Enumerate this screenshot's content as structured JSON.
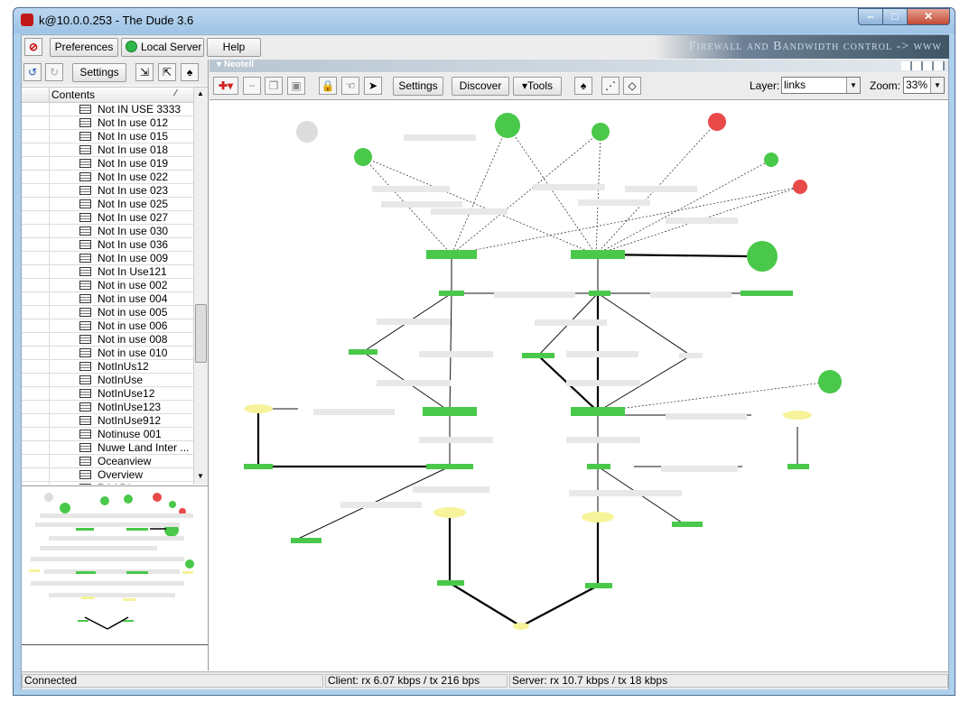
{
  "window": {
    "title": "k@10.0.0.253 - The Dude 3.6",
    "min": "‒",
    "max": "□",
    "close": "✕"
  },
  "menubar": {
    "preferences": "Preferences",
    "local_server": "Local Server",
    "help": "Help",
    "banner": "Firewall and Bandwidth control -> www"
  },
  "left_toolbar": {
    "settings": "Settings"
  },
  "tree": {
    "column": "Contents",
    "items": [
      "Not IN USE 3333",
      "Not In use 012",
      "Not In use 015",
      "Not In use 018",
      "Not In use 019",
      "Not In use 022",
      "Not In use 023",
      "Not In use 025",
      "Not In use 027",
      "Not In use 030",
      "Not In use 036",
      "Not In use 009",
      "Not In Use121",
      "Not in use 002",
      "Not in use 004",
      "Not in use 005",
      "Not in use 006",
      "Not in use 008",
      "Not in use 010",
      "NotInUs12",
      "NotInUse",
      "NotInUse12",
      "NotInUse123",
      "NotInUse912",
      "Notinuse 001",
      "Nuwe Land Inter ...",
      "Oceanview",
      "Overview",
      "RAADL..."
    ]
  },
  "map": {
    "name": "Neotell",
    "toolbar": {
      "settings": "Settings",
      "discover": "Discover",
      "tools": "Tools",
      "layer_label": "Layer:",
      "layer_value": "links",
      "zoom_label": "Zoom:",
      "zoom_value": "33%"
    }
  },
  "status": {
    "state": "Connected",
    "client": "Client: rx 6.07 kbps / tx 216 bps",
    "server": "Server: rx 10.7 kbps / tx 18 kbps"
  },
  "colors": {
    "node_green": "#49c84a",
    "node_red": "#e84a4a",
    "node_grey": "#dcdcdc",
    "node_yellow": "#f6f39a"
  }
}
